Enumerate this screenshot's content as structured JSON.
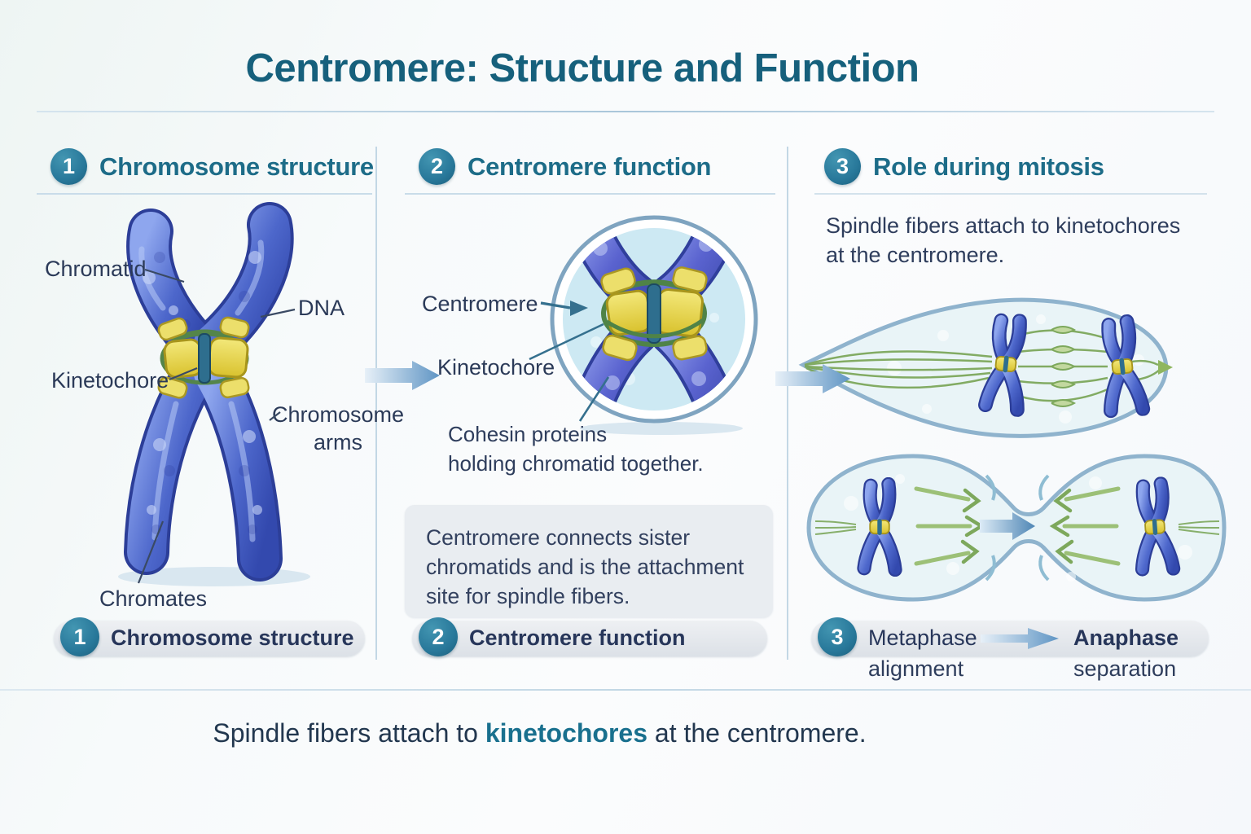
{
  "title": "Centromere: Structure and Function",
  "colors": {
    "title_teal": "#16607c",
    "heading_teal": "#1d6c88",
    "navy_text": "#2b3a58",
    "badge_teal": "#2e7d98",
    "highlight_teal": "#19708e",
    "chromosome_blue": "#4d67cb",
    "centromere_yellow": "#e8d74b",
    "spindle_green": "#7da85c",
    "cell_fill": "#e9f4f7",
    "cell_border": "#8fb3cd",
    "flow_arrow_blue": "#5f95c4"
  },
  "panel1": {
    "number": "1",
    "heading": "Chromosome structure",
    "labels": {
      "chromatid": "Chromatid",
      "dna": "DNA",
      "kinetochore": "Kinetochore",
      "chromosome_arms": "Chromosome arms",
      "chromates": "Chromates"
    },
    "badge": {
      "number": "1",
      "label": "Chromosome structure"
    }
  },
  "panel2": {
    "number": "2",
    "heading": "Centromere function",
    "labels": {
      "centromere": "Centromere",
      "kinetochore": "Kinetochore",
      "cohesin_line1": "Cohesin proteins",
      "cohesin_line2": "holding chromatid together."
    },
    "note_lines": [
      "Centromere connects sister",
      "chromatids and is the attachment",
      "site for spindle fibers."
    ],
    "badge": {
      "number": "2",
      "label": "Centromere function"
    }
  },
  "panel3": {
    "number": "3",
    "heading": "Role during mitosis",
    "description_line1": "Spindle fibers attach to kinetochores",
    "description_line2": "at the centromere.",
    "badge": {
      "number": "3",
      "metaphase_title": "Metaphase",
      "metaphase_sub": "alignment",
      "anaphase_title": "Anaphase",
      "anaphase_sub": "separation"
    }
  },
  "footer": {
    "prefix": "Spindle fibers attach to ",
    "highlight": "kinetochores",
    "suffix": " at the centromere."
  }
}
